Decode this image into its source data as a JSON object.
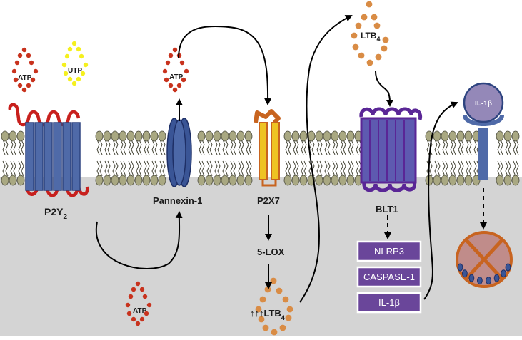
{
  "labels": {
    "atp_top_left": "ATP",
    "utp": "UTP",
    "atp_top_center": "ATP",
    "atp_bottom": "ATP",
    "ltb4_top": "LTB",
    "ltb4_top_sub": "4",
    "ltb4_bottom_arrows": "↑↑↑",
    "ltb4_bottom": "LTB",
    "ltb4_bottom_sub": "4",
    "il1b_receptor": "IL-1β"
  },
  "receptors": {
    "p2y2": {
      "label": "P2Y",
      "sub": "2"
    },
    "pannexin": {
      "label": "Pannexin-1"
    },
    "p2x7": {
      "label": "P2X7"
    },
    "blt1": {
      "label": "BLT1"
    }
  },
  "pathway": {
    "five_lox": "5-LOX"
  },
  "inflammasome_boxes": [
    {
      "label": "NLRP3"
    },
    {
      "label": "CASPASE-1"
    },
    {
      "label": "IL-1β"
    }
  ],
  "colors": {
    "membrane_head": "#a9a882",
    "cytoplasm": "#d4d4d4",
    "p2y2_blue": "#4f6aa8",
    "p2y2_red": "#c8201d",
    "pannexin_blue": "#3a5596",
    "p2x7_orange": "#c8641f",
    "p2x7_yellow": "#eec323",
    "blt1_purple": "#5a2696",
    "box_purple": "#6a469a",
    "atp_red": "#c8321d",
    "utp_yellow": "#f5f01e",
    "ltb4_orange": "#d98c45",
    "il1r_blue": "#4f6aa8",
    "il1b_purple": "#9488b8",
    "blocked_fill": "#c08c8a",
    "blocked_outline": "#c86420"
  }
}
